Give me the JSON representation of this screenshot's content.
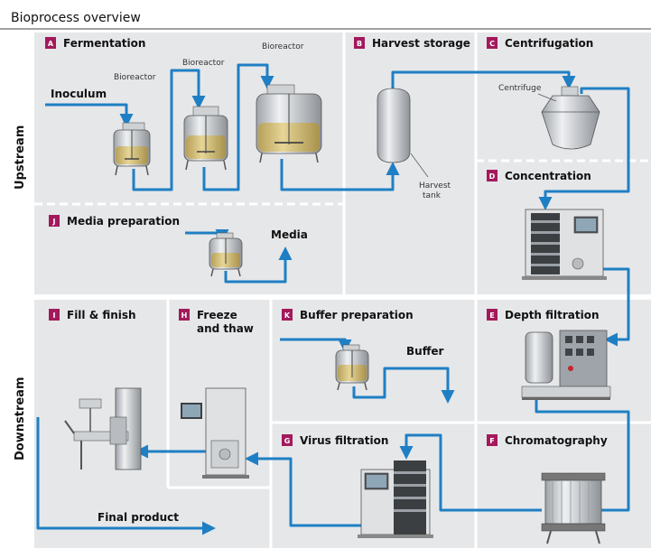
{
  "title": "Bioprocess overview",
  "colors": {
    "panel": "#e6e7e9",
    "pipe": "#1f7fc4",
    "badge": "#a3195b",
    "divider": "#ffffff"
  },
  "stages": {
    "upstream": "Upstream",
    "downstream": "Downstream"
  },
  "sections": {
    "A": {
      "letter": "A",
      "title": "Fermentation"
    },
    "B": {
      "letter": "B",
      "title": "Harvest storage"
    },
    "C": {
      "letter": "C",
      "title": "Centrifugation"
    },
    "D": {
      "letter": "D",
      "title": "Concentration"
    },
    "E": {
      "letter": "E",
      "title": "Depth filtration"
    },
    "F": {
      "letter": "F",
      "title": "Chromatography"
    },
    "G": {
      "letter": "G",
      "title": "Virus filtration"
    },
    "H": {
      "letter": "H",
      "title_line1": "Freeze",
      "title_line2": "and thaw"
    },
    "I": {
      "letter": "I",
      "title": "Fill & finish"
    },
    "J": {
      "letter": "J",
      "title": "Media preparation"
    },
    "K": {
      "letter": "K",
      "title": "Buffer preparation"
    }
  },
  "equipment_labels": {
    "bioreactor_1": "Bioreactor",
    "bioreactor_2": "Bioreactor",
    "bioreactor_3": "Bioreactor",
    "harvest_tank_line1": "Harvest",
    "harvest_tank_line2": "tank",
    "centrifuge": "Centrifuge"
  },
  "flow_labels": {
    "inoculum": "Inoculum",
    "media": "Media",
    "buffer": "Buffer",
    "final_product": "Final product"
  }
}
